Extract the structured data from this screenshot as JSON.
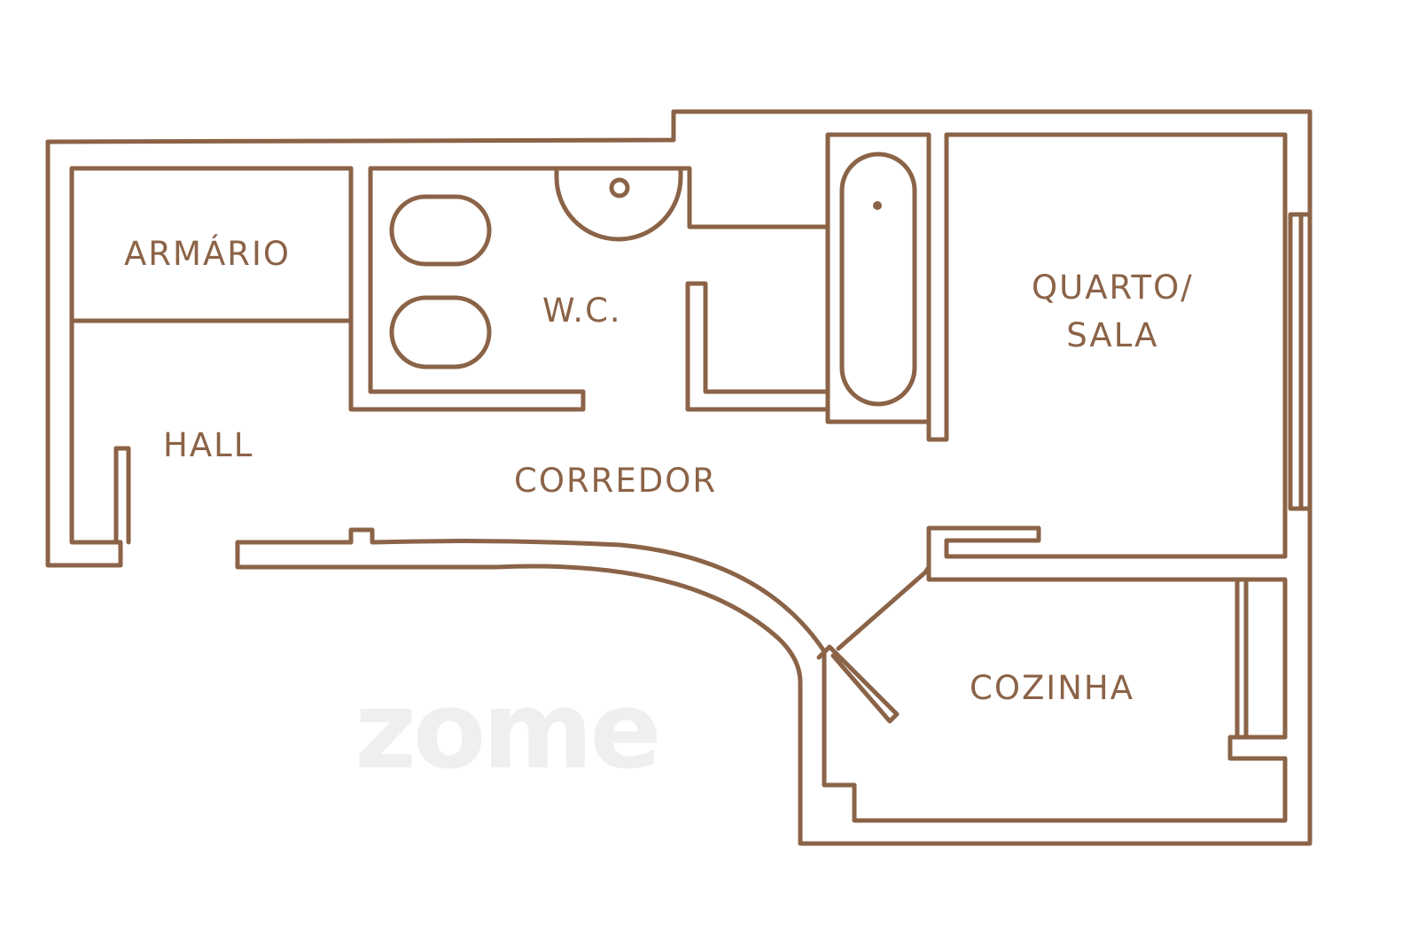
{
  "plan": {
    "rooms": {
      "armario": "ARMÁRIO",
      "wc": "W.C.",
      "hall": "HALL",
      "corredor": "CORREDOR",
      "quarto_sala": "QUARTO/\nSALA",
      "cozinha": "COZINHA"
    },
    "watermark": "zome",
    "line_color": "#8b6347"
  }
}
